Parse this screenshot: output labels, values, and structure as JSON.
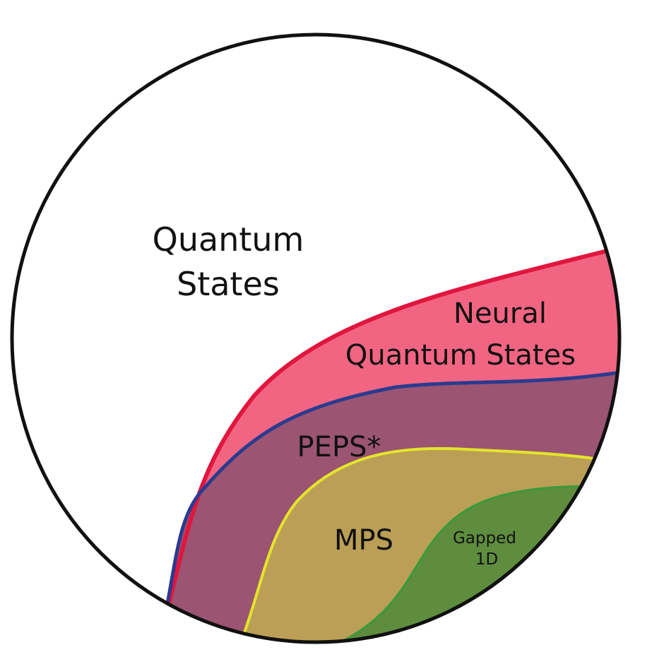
{
  "title": "",
  "regions": [
    {
      "id": "quantum-states",
      "label_lines": [
        "Quantum",
        "States"
      ],
      "fill": "#ffffff",
      "border": "#111111"
    },
    {
      "id": "neural-quantum-states",
      "label_lines": [
        "Neural",
        "Quantum States"
      ],
      "fill": "#f26582",
      "border": "#e0163f"
    },
    {
      "id": "peps",
      "label_lines": [
        "PEPS*"
      ],
      "fill": "#9b5472",
      "border": "#2a3b8f"
    },
    {
      "id": "mps",
      "label_lines": [
        "MPS"
      ],
      "fill": "#bb9f56",
      "border": "#e3e52a"
    },
    {
      "id": "gapped-1d",
      "label_lines": [
        "Gapped",
        "1D"
      ],
      "fill": "#5e8d3e",
      "border": "#3a9a3a"
    }
  ],
  "nesting": "Gapped 1D ⊂ MPS ⊂ PEPS* ⊂ Neural Quantum States ⊂ Quantum States"
}
